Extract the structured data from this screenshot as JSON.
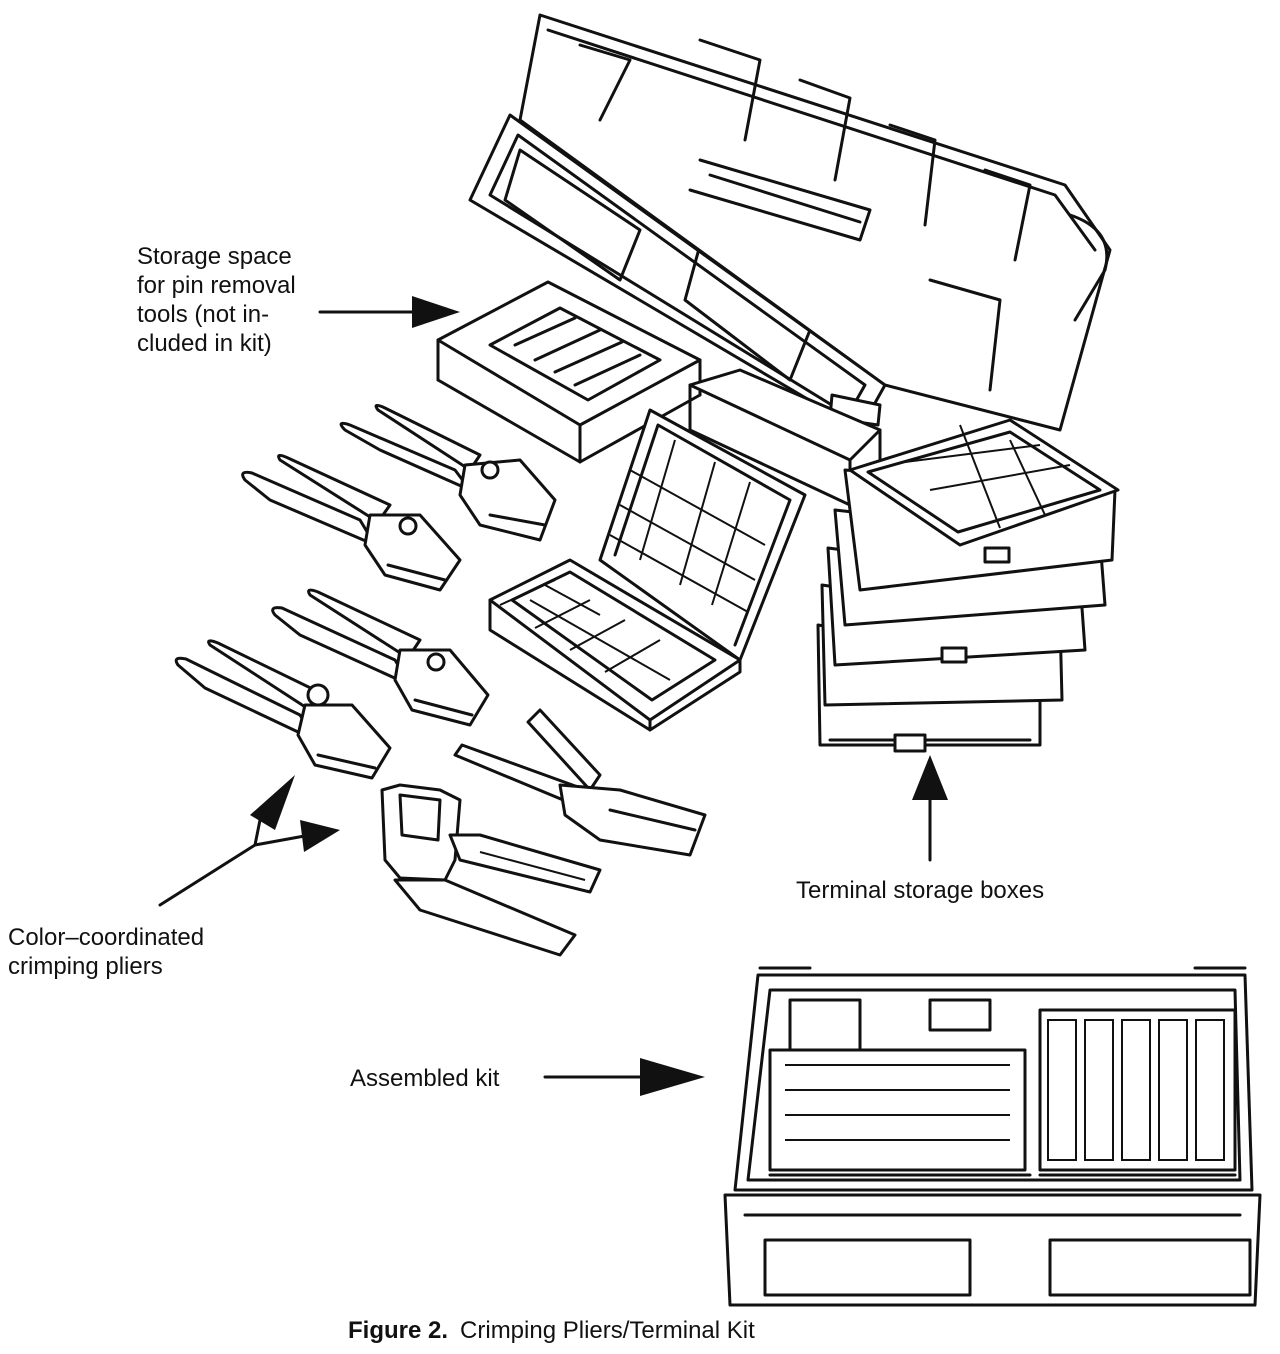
{
  "labels": {
    "storage_space": [
      "Storage space",
      "for pin removal",
      "tools (not in-",
      "cluded in kit)"
    ],
    "crimping_pliers": [
      "Color–coordinated",
      "crimping pliers"
    ],
    "terminal_boxes": "Terminal storage boxes",
    "assembled_kit": "Assembled kit"
  },
  "caption": {
    "number": "Figure 2.",
    "title": "Crimping Pliers/Terminal Kit"
  }
}
